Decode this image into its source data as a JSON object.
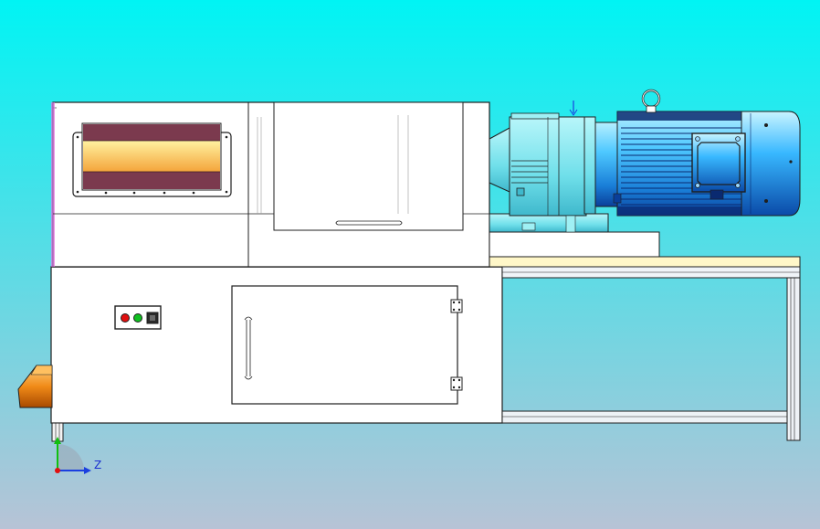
{
  "viewport": {
    "background_top": "#00f4f4",
    "background_bottom": "#b7c3d6"
  },
  "colors": {
    "body_fill": "#ffffff",
    "line": "#1f1f1f",
    "stripe_dark": "#7b3a4e",
    "stripe_light_top": "#fff2a0",
    "stripe_light_bottom": "#f4a43a",
    "motor_blue_light": "#6fd8ff",
    "motor_blue": "#1d8fe0",
    "motor_blue_dark": "#0a3f9a",
    "gearbox": "#7fe8f0",
    "chute_orange": "#e07a10",
    "table_top": "#fff7c8",
    "frame_gray": "#e6ecf0",
    "button_red": "#e01010",
    "button_green": "#10c020",
    "axis_y": "#10c010",
    "axis_z": "#1a3fe0",
    "axis_origin": "#e01010"
  },
  "control_panel": {
    "buttons": [
      "red-button",
      "green-button",
      "black-switch"
    ]
  },
  "axes": {
    "z_label": "Z"
  },
  "icons": {
    "lifting_eye": "lifting-eye-icon",
    "axis_triad": "axis-triad-icon"
  }
}
